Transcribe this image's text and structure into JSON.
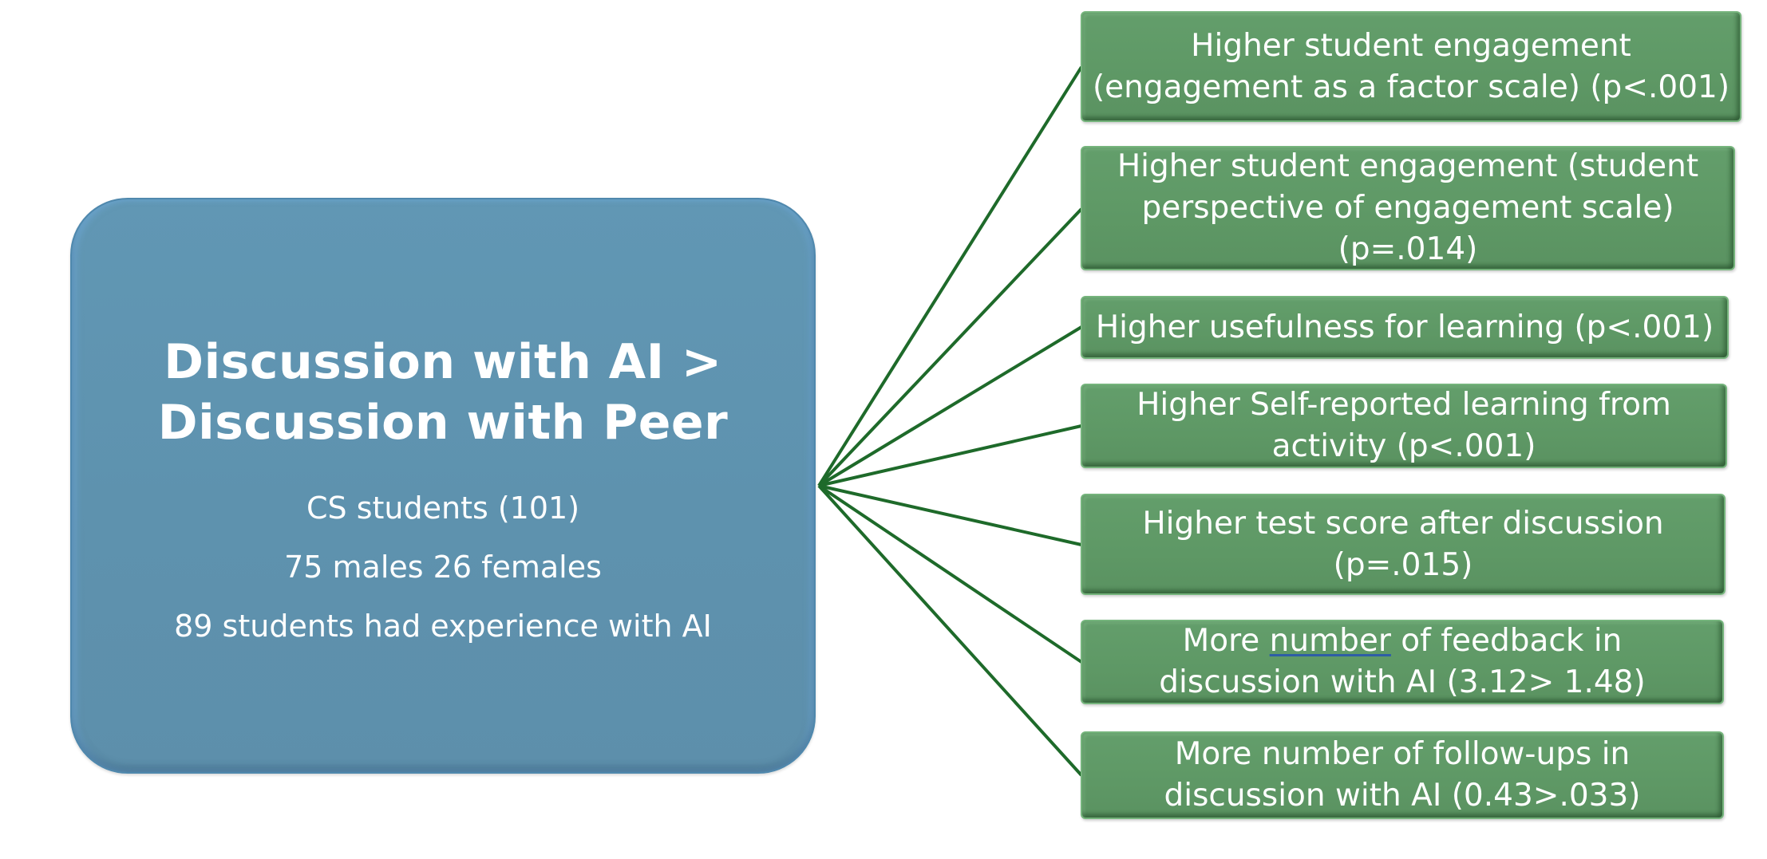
{
  "main": {
    "title": "Discussion with AI >\nDiscussion with Peer",
    "lines": [
      "CS students (101)",
      "75 males 26 females",
      "89 students had experience with AI"
    ]
  },
  "findings": [
    {
      "text": "Higher student engagement\n(engagement as a factor scale) (p<.001)"
    },
    {
      "text": "Higher student engagement (student\nperspective of engagement scale)\n(p=.014)"
    },
    {
      "text": "Higher usefulness for learning (p<.001)"
    },
    {
      "text": "Higher Self-reported learning from\nactivity (p<.001)"
    },
    {
      "text": "Higher test score after discussion\n(p=.015)"
    },
    {
      "prefix": "More ",
      "underlined": "number",
      "suffix": " of feedback in\ndiscussion with AI (3.12> 1.48)"
    },
    {
      "text": "More number of follow-ups in\ndiscussion with AI (0.43>.033)"
    }
  ],
  "colors": {
    "main_box": "#5e92ae",
    "finding_box": "#5e9865",
    "connector": "#1e6a2a",
    "text": "#ffffff"
  }
}
